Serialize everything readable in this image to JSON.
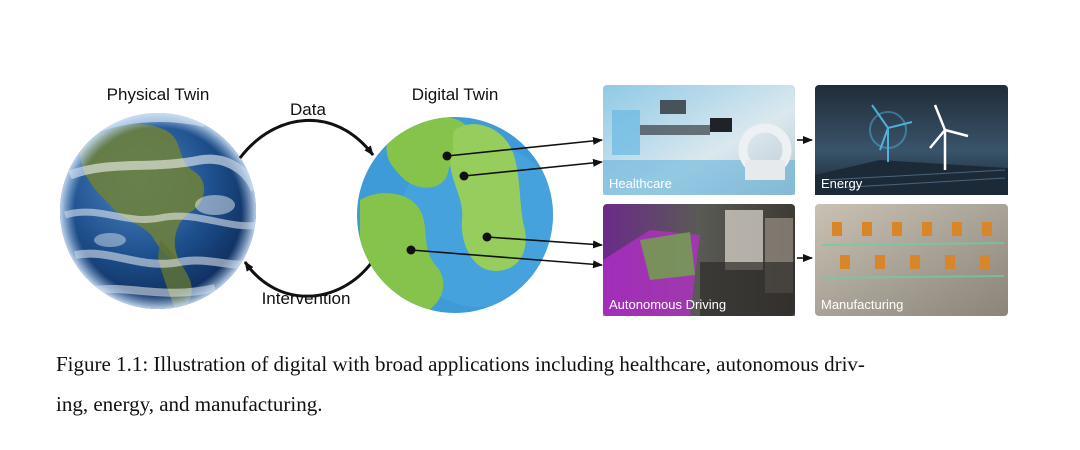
{
  "diagram": {
    "physical_twin_label": "Physical Twin",
    "digital_twin_label": "Digital Twin",
    "data_label": "Data",
    "intervention_label": "Intervention",
    "applications": [
      {
        "label": "Healthcare"
      },
      {
        "label": "Energy"
      },
      {
        "label": "Autonomous Driving"
      },
      {
        "label": "Manufacturing"
      }
    ]
  },
  "caption": {
    "line1": "Figure 1.1: Illustration of digital with broad applications including healthcare, autonomous driv-",
    "line2": "ing, energy, and manufacturing."
  },
  "colors": {
    "ocean": "#3f9bd8",
    "land": "#86c34b",
    "earth_ocean": "#1e4f8e",
    "arrow": "#111111"
  }
}
